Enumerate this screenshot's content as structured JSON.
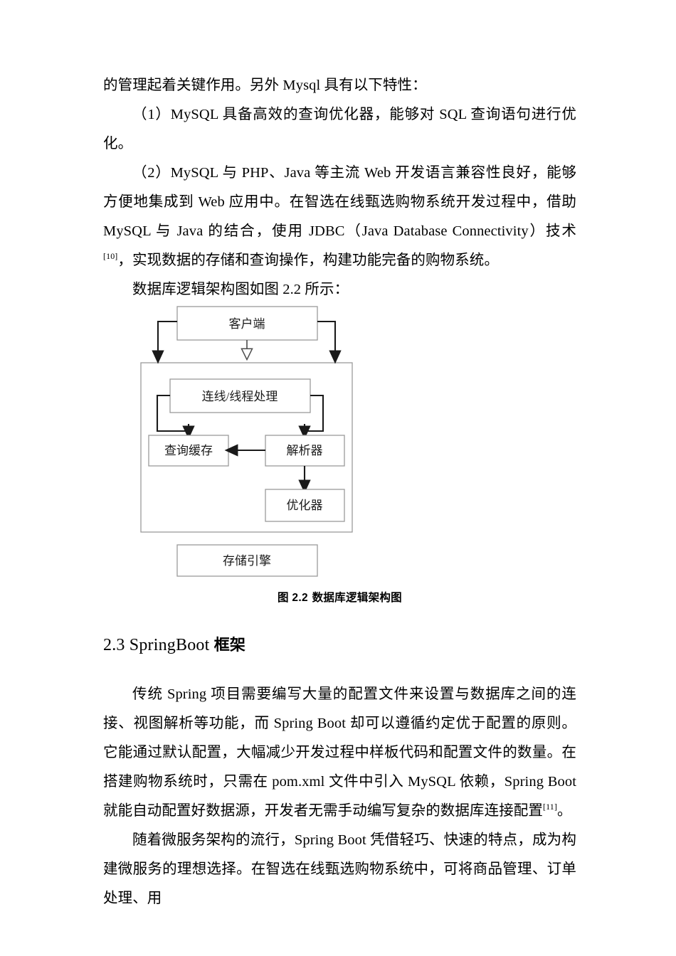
{
  "document": {
    "page_background": "#ffffff",
    "text_color": "#000000"
  },
  "body": {
    "paragraph_1": "的管理起着关键作用。另外 Mysql 具有以下特性：",
    "paragraph_2": "（1）MySQL 具备高效的查询优化器，能够对 SQL 查询语句进行优化。",
    "paragraph_3_a": "（2）MySQL 与 PHP、Java 等主流 Web 开发语言兼容性良好，能够方便地集成到 Web 应用中。在智选在线甄选购物系统开发过程中，借助 MySQL 与 Java 的结合，使用 JDBC（Java Database Connectivity）技术",
    "paragraph_3_ref": "[10]",
    "paragraph_3_b": "，实现数据的存储和查询操作，构建功能完备的购物系统。",
    "paragraph_4": "数据库逻辑架构图如图 2.2 所示：",
    "paragraph_5": "传统 Spring 项目需要编写大量的配置文件来设置与数据库之间的连接、视图解析等功能，而 Spring Boot 却可以遵循约定优于配置的原则。它能通过默认配置，大幅减少开发过程中样板代码和配置文件的数量。在搭建购物系统时，只需在 pom.xml 文件中引入 MySQL 依赖，Spring Boot 就能自动配置好数据源，开发者无需手动编写复杂的数据库连接配置",
    "paragraph_5_ref": "[11]",
    "paragraph_5_b": "。",
    "paragraph_6": "随着微服务架构的流行，Spring Boot 凭借轻巧、快速的特点，成为构建微服务的理想选择。在智选在线甄选购物系统中，可将商品管理、订单处理、用"
  },
  "heading": {
    "number": "2.3 SpringBoot ",
    "cjk": "框架"
  },
  "figure": {
    "caption_number": "图 2.2",
    "caption_text": "数据库逻辑架构图",
    "nodes": {
      "client": "客户端",
      "connection_thread": "连线/线程处理",
      "query_cache": "查询缓存",
      "parser": "解析器",
      "optimizer": "优化器",
      "storage_engine": "存储引擎"
    },
    "colors": {
      "box_border": "#9a9a9a",
      "arrow": "#1a1a1a",
      "hollow_arrow_fill": "#ffffff",
      "text": "#1a1a1a"
    }
  }
}
